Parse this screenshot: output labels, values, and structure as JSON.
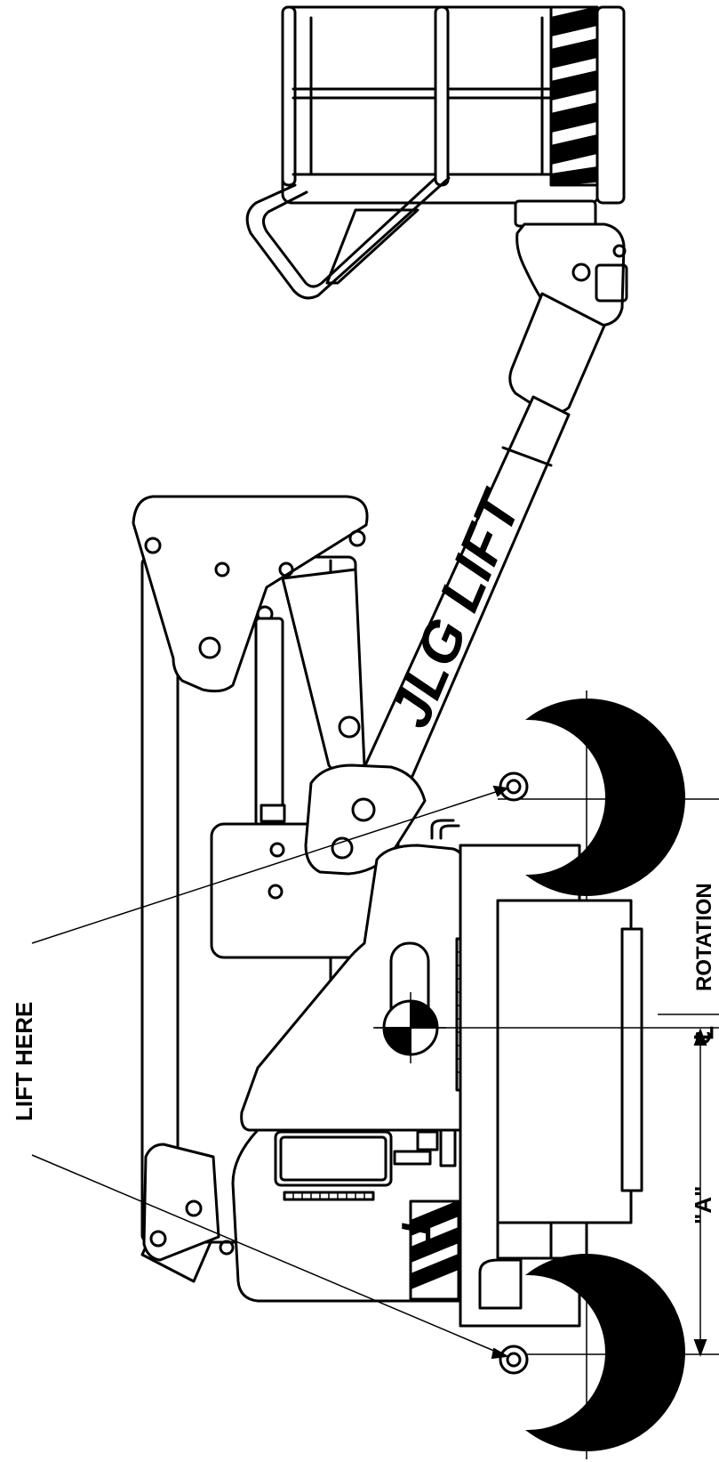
{
  "labels": {
    "lift_here": "LIFT HERE",
    "dimension_a": "\"A\"",
    "centerline_symbol": "℄",
    "rotation": "ROTATION",
    "brand": "JLG LIFT",
    "frame_decal": "T"
  },
  "colors": {
    "ink": "#000000",
    "paper": "#ffffff"
  }
}
